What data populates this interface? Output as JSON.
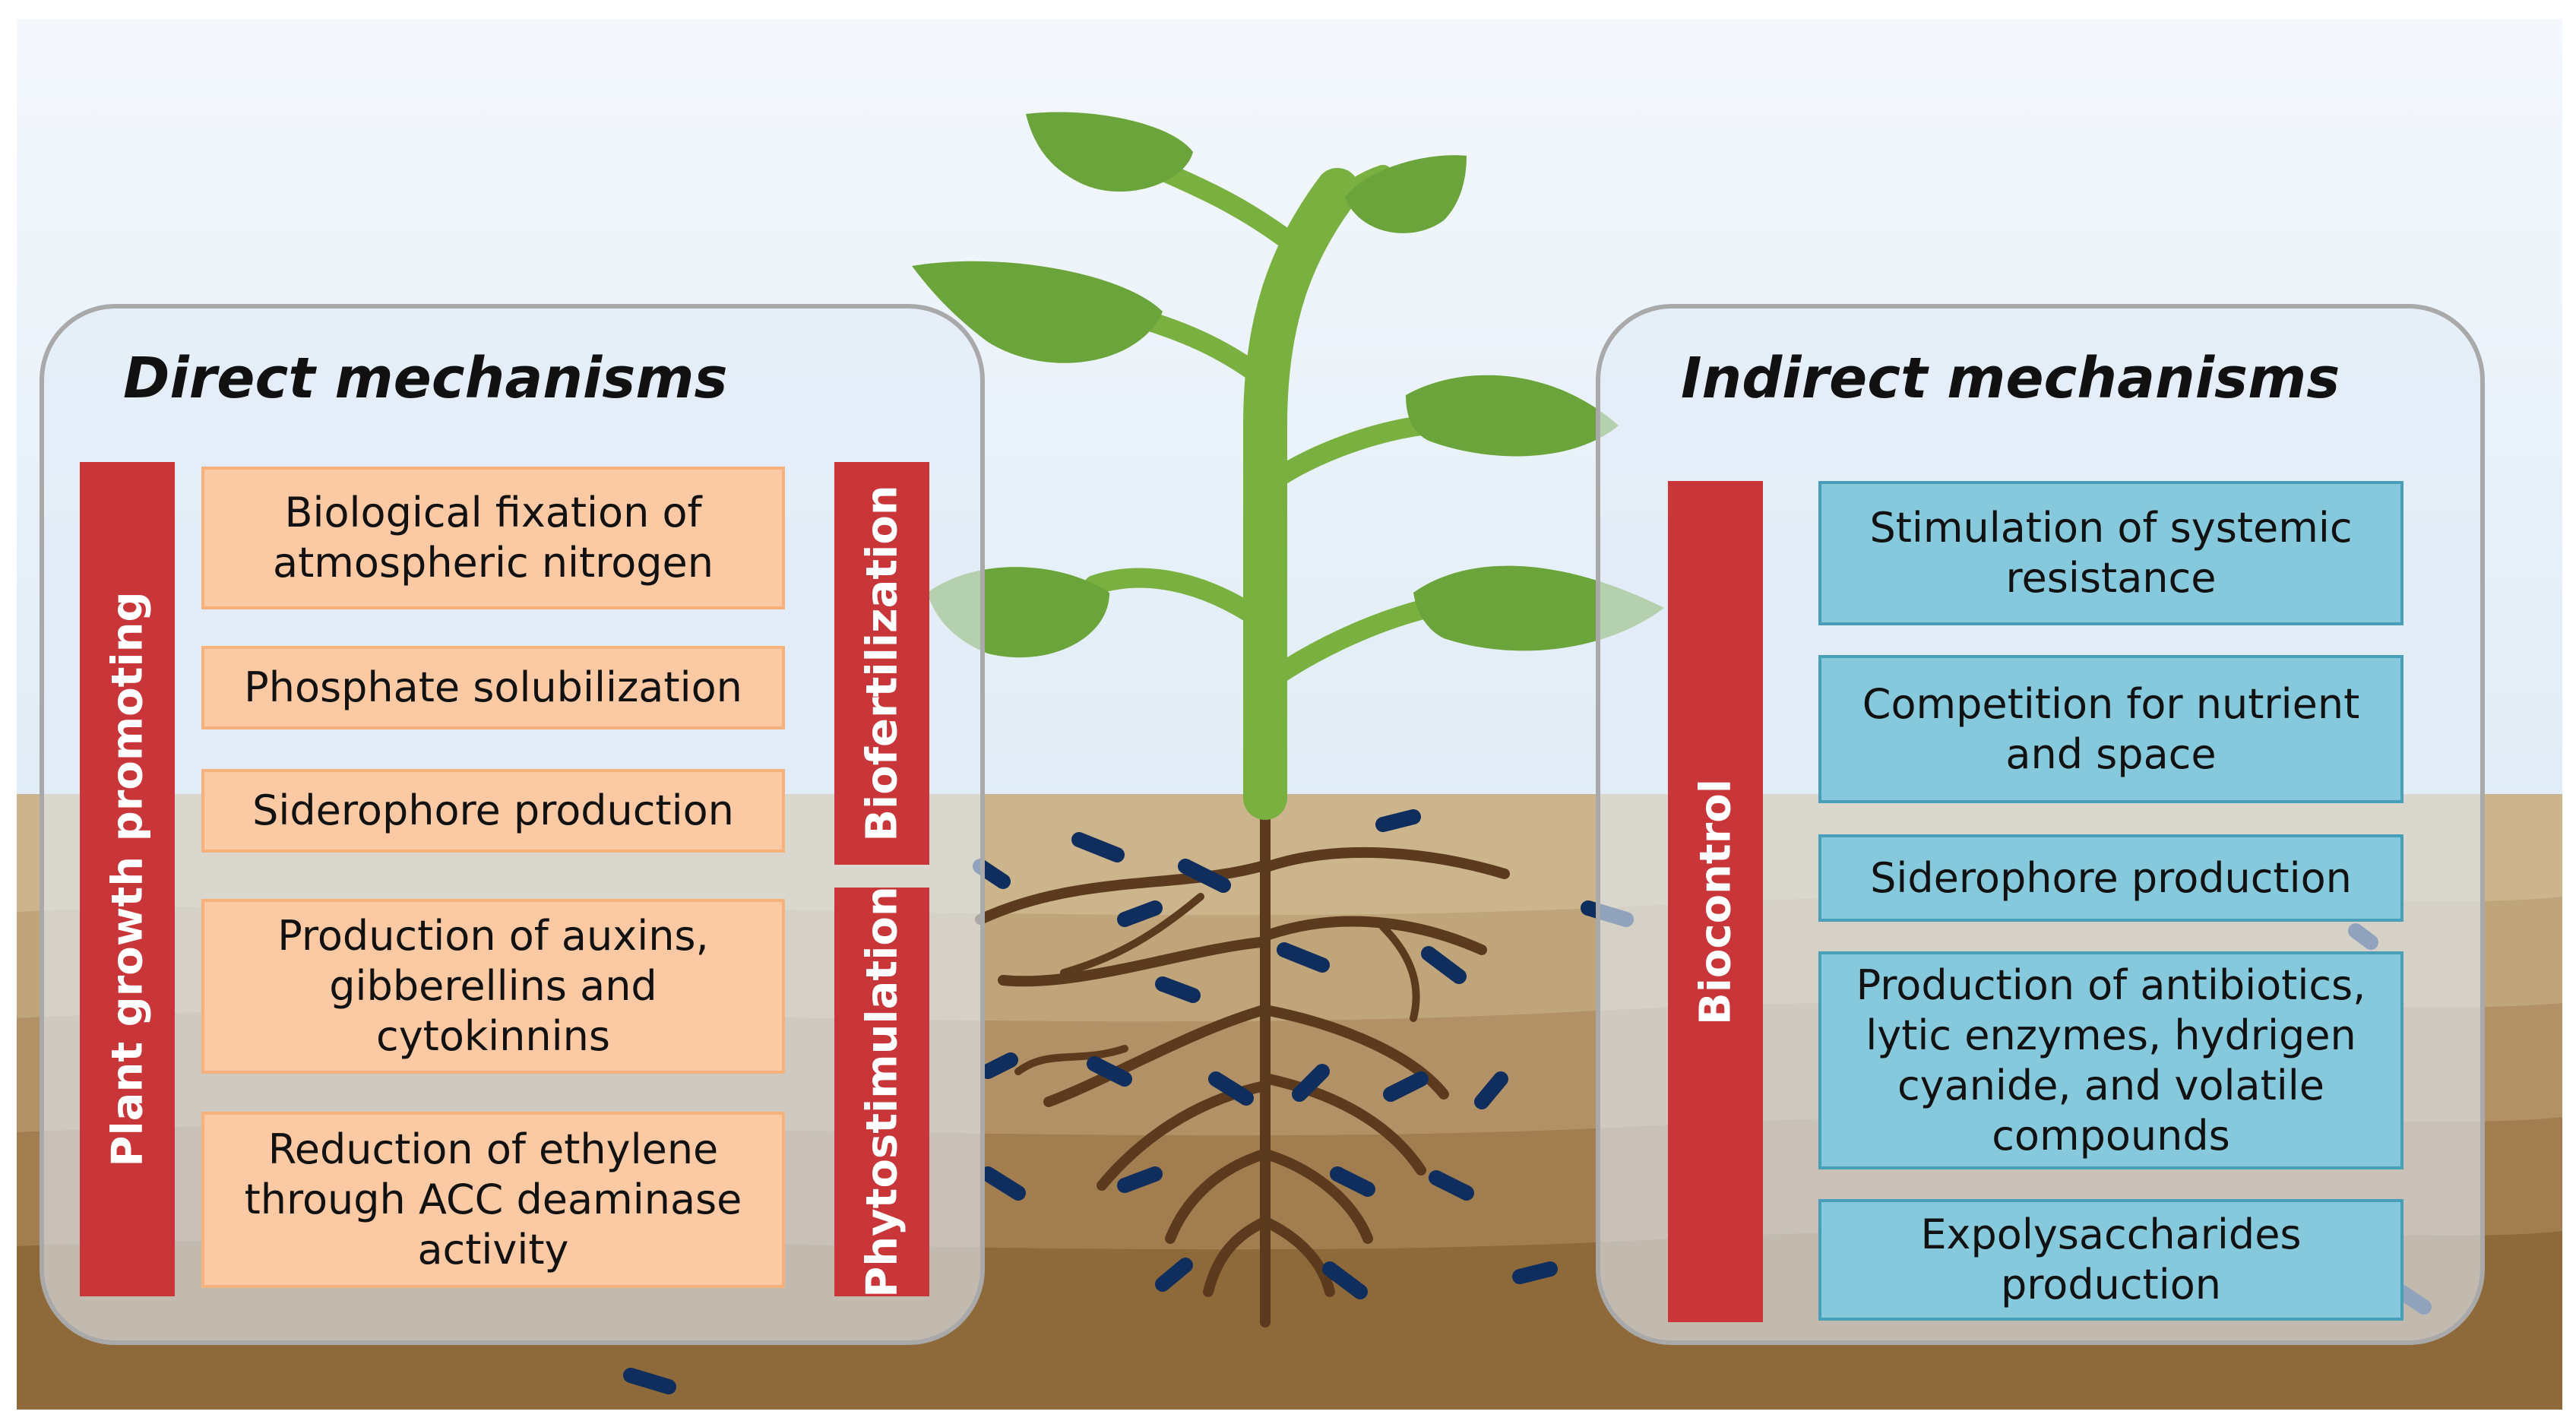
{
  "direct": {
    "title": "Direct mechanisms",
    "category_label": "Plant growth promoting",
    "groups": [
      {
        "label": "Biofertilization",
        "items": [
          "Biological fixation of atmospheric nitrogen",
          "Phosphate solubilization",
          "Siderophore production"
        ]
      },
      {
        "label": "Phytostimulation",
        "items": [
          "Production of auxins, gibberellins and cytokinnins",
          "Reduction of ethylene through ACC deaminase activity"
        ]
      }
    ]
  },
  "indirect": {
    "title": "Indirect mechanisms",
    "category_label": "Biocontrol",
    "items": [
      "Stimulation of systemic resistance",
      "Competition for nutrient and space",
      "Siderophore production",
      "Production of antibiotics, lytic enzymes, hydrigen cyanide, and volatile compounds",
      "Expolysaccharides production"
    ]
  },
  "colors": {
    "sky": "#e6f0f8",
    "soil_light": "#ccb58d",
    "soil_dark": "#8a6132",
    "leaf": "#6aa43a",
    "stem": "#79b03f",
    "root": "#5b3a1d",
    "bacteria": "#0f2e5e",
    "red_bar": "#c8363a",
    "direct_box": "#fbc9a3",
    "indirect_box": "#86c9dc"
  }
}
